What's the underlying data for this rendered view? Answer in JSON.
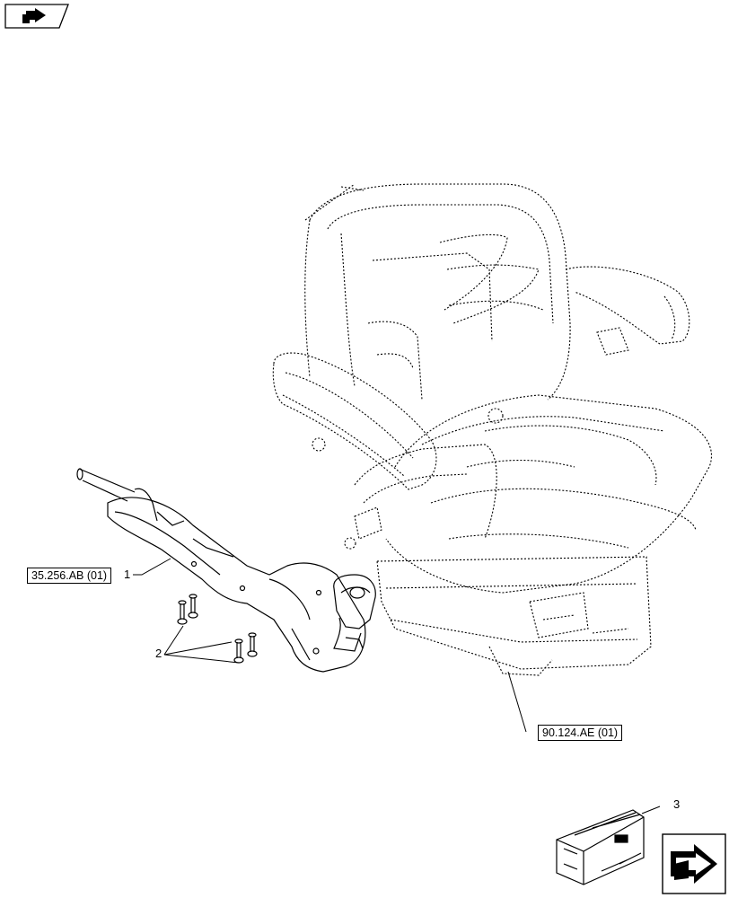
{
  "references": {
    "control_support": "35.256.AB (01)",
    "seat": "90.124.AE (01)"
  },
  "callouts": {
    "item_1": "1",
    "item_2": "2",
    "item_3": "3"
  },
  "icons": {
    "top_left": "previous-page-arrow-icon",
    "bottom_right": "next-page-arrow-icon",
    "kit_box": "parts-kit-crate-icon"
  },
  "colors": {
    "line": "#000000",
    "background": "#ffffff"
  }
}
